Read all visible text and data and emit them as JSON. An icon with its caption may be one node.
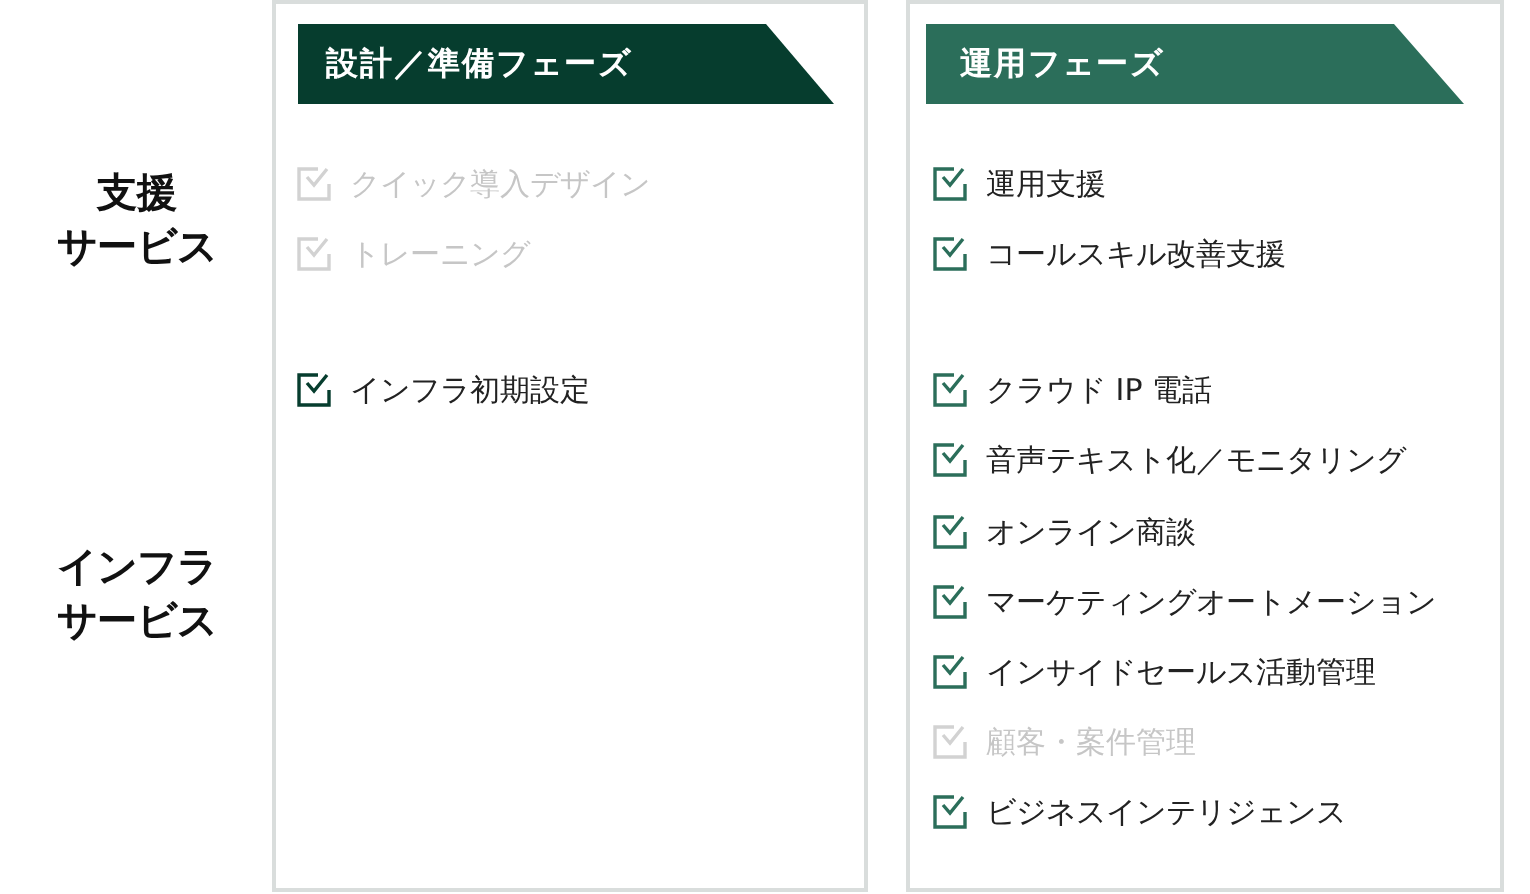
{
  "diagram": {
    "nodes": [
      {
        "text": [
          "設計／準備フェーズ"
        ]
      },
      {
        "text": [
          "クイック導入デザイン"
        ],
        "in": 0
      },
      {
        "text": [
          "トレーニング"
        ],
        "in": 0
      },
      {
        "text": [
          "インフラ初期設定"
        ],
        "in": 0
      },
      {
        "text": [
          "運用フェーズ"
        ]
      },
      {
        "text": [
          "運用支援"
        ],
        "in": 4
      },
      {
        "text": [
          "コールスキル改善支援"
        ],
        "in": 4
      },
      {
        "text": [
          "クラウド IP 電話"
        ],
        "in": 4
      },
      {
        "text": [
          "音声テキスト化／モニタリング"
        ],
        "in": 4
      },
      {
        "text": [
          "オンライン商談"
        ],
        "in": 4
      },
      {
        "text": [
          "マーケティングオートメーション"
        ],
        "in": 4
      },
      {
        "text": [
          "インサイドセールス活動管理"
        ],
        "in": 4
      },
      {
        "text": [
          "顧客・案件管理"
        ],
        "in": 4
      },
      {
        "text": [
          "ビジネスインテリジェンス"
        ],
        "in": 4
      }
    ],
    "labels": [
      "支援サービス",
      "インフラサービス"
    ]
  }
}
